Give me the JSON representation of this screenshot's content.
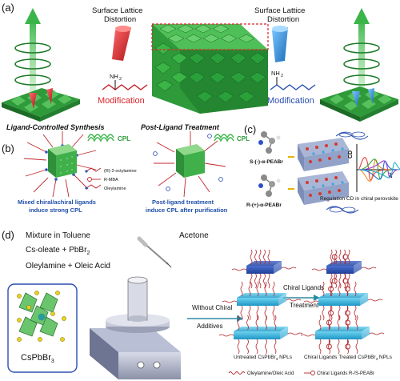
{
  "panel_a": {
    "label": "(a)",
    "left_title_line1": "Surface Lattice",
    "left_title_line2": "Distortion",
    "right_title_line1": "Surface Lattice",
    "right_title_line2": "Distortion",
    "left_amine": "NH",
    "left_amine_sub": "2",
    "right_amine": "NH",
    "right_amine_sub": "2",
    "left_modification": "Modification",
    "right_modification": "Modification",
    "colors": {
      "octahedra": "#2e9a3a",
      "left_distortion": "#d9252a",
      "right_distortion": "#2c8fd6",
      "cpl_arrow": "#3bb54a"
    }
  },
  "panel_b": {
    "label": "(b)",
    "heading_left": "Ligand-Controlled Synthesis",
    "heading_right": "Post-Ligand Treatment",
    "cpl_left": "CPL",
    "cpl_right": "CPL",
    "legend": [
      "(R)-2-octylamine",
      "R-MBA",
      "Oleylamine"
    ],
    "caption_left_line1": "Mixed chiral/achiral ligands",
    "caption_left_line2": "induce strong CPL",
    "caption_right_line1": "Post-ligand treatment",
    "caption_right_line2": "induce CPL after purification",
    "colors": {
      "caption": "#1f4fa8"
    }
  },
  "panel_c": {
    "label": "(c)",
    "top_ligand": "S-(-)-α-PEABr",
    "bottom_ligand": "R-(+)-α-PEABr",
    "y_axis": "CD",
    "x_axis": "λ",
    "caption": "Regulation CD in chiral perovskite",
    "curve_colors": [
      "#e23b3b",
      "#f08a24",
      "#3aa63a",
      "#2a6fd6",
      "#9b3fd0",
      "#1fb7c9"
    ]
  },
  "panel_d": {
    "label": "(d)",
    "line1": "Mixture in Toluene",
    "line2_prefix": "Cs-oleate + PbBr",
    "line2_sub": "2",
    "line3": "Oleylamine + Oleic Acid",
    "acetone": "Acetone",
    "crystal_prefix": "CsPbBr",
    "crystal_sub": "3",
    "arrow1_line1": "Without Chiral",
    "arrow1_line2": "Additives",
    "arrow2_line1": "Chiral Ligands",
    "arrow2_line2": "Treatment",
    "caption_left_prefix": "Untreated CsPbBr",
    "caption_left_sub": "3",
    "caption_left_suffix": " NPLs",
    "caption_right_prefix": "Chiral Ligands Treated CsPbBr",
    "caption_right_sub": "3",
    "caption_right_suffix": " NPLs",
    "legend_oleyl": "Oleylamine/Oleic Acid",
    "legend_chiral": "Chiral Ligands R-/S-PEABr",
    "colors": {
      "npl_top": "#2f55b8",
      "npl_mid": "#3bb8e0",
      "ligand": "#b3262c"
    }
  }
}
